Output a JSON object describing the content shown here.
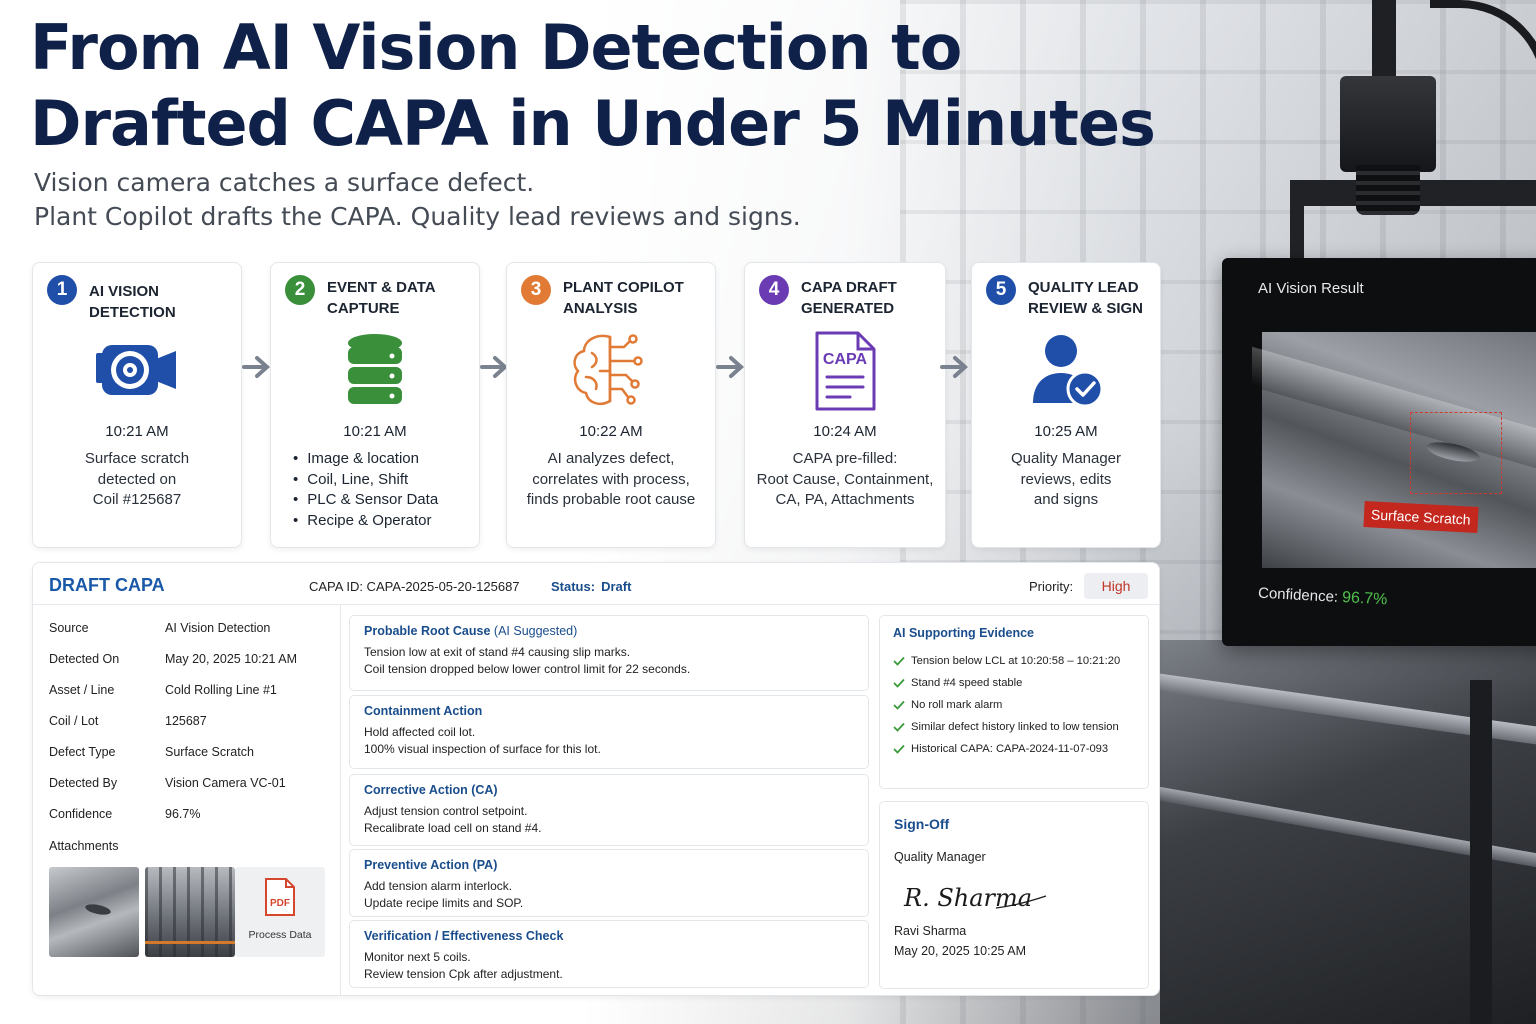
{
  "header": {
    "title_line1": "From AI Vision Detection to",
    "title_line2": "Drafted CAPA in Under 5 Minutes",
    "subtitle_line1": "Vision camera catches a surface defect.",
    "subtitle_line2": "Plant Copilot drafts the CAPA. Quality lead reviews and signs."
  },
  "colors": {
    "step1": "#1f4fa8",
    "step2": "#3a8f3a",
    "step3": "#e07a34",
    "step4": "#6a3bb3",
    "step5": "#1f4fa8",
    "title": "#0f2149",
    "accent_blue": "#1a58a8",
    "priority_high": "#c23527",
    "confidence_green": "#4fc04a"
  },
  "steps": [
    {
      "num": "1",
      "title_line1": "AI VISION DETECTION",
      "title_line2": "",
      "icon": "camera-icon",
      "time": "10:21 AM",
      "desc": [
        "Surface scratch",
        "detected on",
        "Coil #125687"
      ]
    },
    {
      "num": "2",
      "title_line1": "EVENT & DATA",
      "title_line2": "CAPTURE",
      "icon": "database-icon",
      "time": "10:21 AM",
      "list": [
        "Image & location",
        "Coil, Line, Shift",
        "PLC & Sensor Data",
        "Recipe & Operator"
      ]
    },
    {
      "num": "3",
      "title_line1": "PLANT COPILOT",
      "title_line2": "ANALYSIS",
      "icon": "brain-circuit-icon",
      "time": "10:22 AM",
      "desc": [
        "AI analyzes defect,",
        "correlates with process,",
        "finds probable root cause"
      ]
    },
    {
      "num": "4",
      "title_line1": "CAPA DRAFT",
      "title_line2": "GENERATED",
      "icon": "capa-document-icon",
      "icon_text": "CAPA",
      "time": "10:24 AM",
      "desc": [
        "CAPA pre-filled:",
        "Root Cause, Containment,",
        "CA, PA, Attachments"
      ]
    },
    {
      "num": "5",
      "title_line1": "QUALITY LEAD",
      "title_line2": "REVIEW & SIGN",
      "icon": "user-check-icon",
      "time": "10:25 AM",
      "desc": [
        "Quality Manager",
        "reviews, edits",
        "and signs"
      ]
    }
  ],
  "capa": {
    "title": "DRAFT CAPA",
    "id_text": "CAPA ID: CAPA-2025-05-20-125687",
    "status_label": "Status:",
    "status_value": "Draft",
    "priority_label": "Priority:",
    "priority_value": "High",
    "meta": [
      {
        "k": "Source",
        "v": "AI Vision Detection"
      },
      {
        "k": "Detected On",
        "v": "May 20, 2025 10:21 AM"
      },
      {
        "k": "Asset / Line",
        "v": "Cold Rolling Line #1"
      },
      {
        "k": "Coil / Lot",
        "v": "125687"
      },
      {
        "k": "Defect Type",
        "v": "Surface Scratch"
      },
      {
        "k": "Detected By",
        "v": "Vision Camera VC-01"
      },
      {
        "k": "Confidence",
        "v": "96.7%"
      }
    ],
    "attachments_label": "Attachments",
    "attachments": [
      {
        "icon": "defect-image-thumbnail"
      },
      {
        "icon": "line-image-thumbnail"
      },
      {
        "icon": "pdf-icon",
        "icon_text": "PDF",
        "label": "Process Data"
      }
    ],
    "sections": [
      {
        "title": "Probable Root Cause",
        "title_suffix": "(AI Suggested)",
        "lines": [
          "Tension low at exit of stand #4 causing slip marks.",
          "Coil tension dropped below lower control limit for 22 seconds."
        ]
      },
      {
        "title": "Containment Action",
        "title_suffix": "",
        "lines": [
          "Hold affected coil lot.",
          "100% visual inspection of surface for this lot."
        ]
      },
      {
        "title": "Corrective Action (CA)",
        "title_suffix": "",
        "lines": [
          "Adjust tension control setpoint.",
          "Recalibrate load cell on stand #4."
        ]
      },
      {
        "title": "Preventive Action (PA)",
        "title_suffix": "",
        "lines": [
          "Add tension alarm interlock.",
          "Update recipe limits and SOP."
        ]
      },
      {
        "title": "Verification / Effectiveness Check",
        "title_suffix": "",
        "lines": [
          "Monitor next 5 coils.",
          "Review tension Cpk after adjustment."
        ]
      }
    ],
    "evidence": {
      "title": "AI Supporting Evidence",
      "items": [
        "Tension below LCL at 10:20:58 – 10:21:20",
        "Stand #4 speed stable",
        "No roll mark alarm",
        "Similar defect history linked to low tension",
        "Historical CAPA: CAPA-2024-11-07-093"
      ]
    },
    "signoff": {
      "title": "Sign-Off",
      "role": "Quality Manager",
      "signature": "R. Sharma",
      "name": "Ravi Sharma",
      "date": "May 20, 2025 10:25 AM"
    }
  },
  "monitor": {
    "title": "AI Vision Result",
    "defect_label": "Surface Scratch",
    "confidence_label": "Confidence:",
    "confidence_value": "96.7%"
  }
}
